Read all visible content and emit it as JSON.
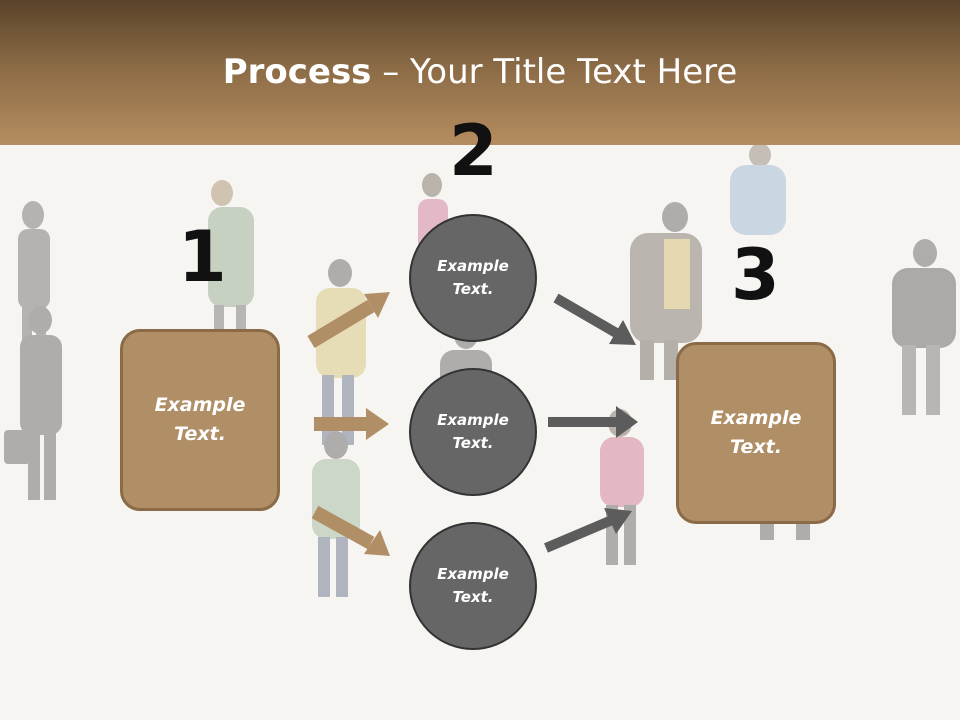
{
  "slide": {
    "title_bold": "Process",
    "title_rest": " – Your Title Text Here",
    "number_1": "1",
    "number_2": "2",
    "number_3": "3",
    "left_box": "Example\nText.",
    "right_box": "Example\nText.",
    "circles": [
      "Example\nText.",
      "Example\nText.",
      "Example\nText."
    ]
  },
  "colors": {
    "header_top": "#5a432a",
    "header_bottom": "#b68d60",
    "box_fill": "#b08e66",
    "box_border": "#8b6a48",
    "circle_fill": "#666666",
    "arrow_tan": "#b08e66",
    "arrow_gray": "#5c5c5c"
  }
}
